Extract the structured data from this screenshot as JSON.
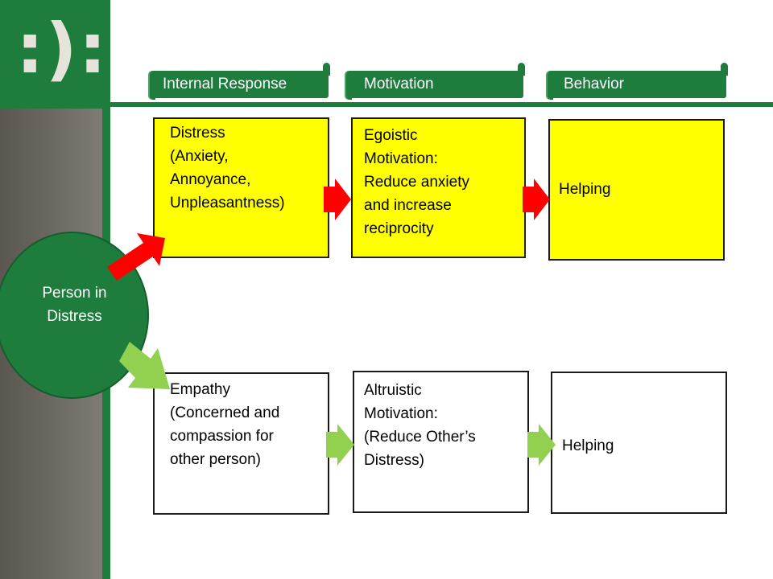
{
  "logo": {
    "text": ":):"
  },
  "headers": [
    {
      "label": "Internal Response"
    },
    {
      "label": "Motivation"
    },
    {
      "label": "Behavior"
    }
  ],
  "top_row": {
    "internal": [
      "Distress",
      "(Anxiety,",
      "Annoyance,",
      "Unpleasantness)"
    ],
    "motivation": [
      "Egoistic",
      "Motivation:",
      "Reduce anxiety",
      "and increase",
      "reciprocity"
    ],
    "behavior": "Helping"
  },
  "bottom_row": {
    "internal": [
      "Empathy",
      "(Concerned and",
      "compassion for",
      "other person)"
    ],
    "motivation": [
      "Altruistic",
      "Motivation:",
      "(Reduce Other’s",
      "Distress)"
    ],
    "behavior": "Helping"
  },
  "person": {
    "line1": "Person in",
    "line2": "Distress"
  },
  "colors": {
    "brand_green": "#1e7c3d",
    "egoistic_box": "#ffff00",
    "egoistic_arrow": "#ff0000",
    "altruistic_arrow": "#92d050"
  }
}
